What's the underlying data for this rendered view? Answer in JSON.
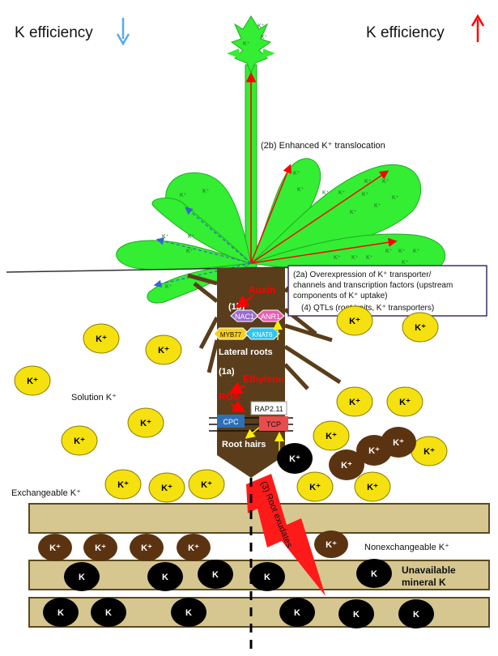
{
  "header": {
    "left_title": "K efficiency",
    "right_title": "K efficiency"
  },
  "labels": {
    "translocation": "(2b) Enhanced K⁺ translocation",
    "solution_k": "Solution K⁺",
    "exchangeable_k": "Exchangeable K⁺",
    "nonexchangeable_k": "Nonexchangeable K⁺",
    "unavailable_k_line1": "Unavailable",
    "unavailable_k_line2": "mineral K",
    "root_exudates": "(3) Root exudates",
    "lateral_roots": "Lateral roots",
    "root_hairs": "Root hairs",
    "label_1b": "(1b)",
    "label_1a": "(1a)",
    "auxin": "Auxin",
    "ethylene": "Ethylene",
    "ros": "ROS"
  },
  "info_box": {
    "line1": "(2a) Overexpression of K⁺ transporter/",
    "line2": "channels and transcription factors (upstream",
    "line3": "components of K⁺ uptake)",
    "line4": "(4) QTLs (root traits, K⁺ transporters)"
  },
  "genes": {
    "nac1": "NAC1",
    "anr1": "ANR1",
    "myb77": "MYB77",
    "knat6": "KNAT6",
    "rap211": "RAP2.11",
    "cpc": "CPC",
    "tcp": "TCP"
  },
  "ions": {
    "k_plus": "K⁺",
    "k": "K"
  },
  "colors": {
    "leaf": "#33ee33",
    "leaf_dark": "#22aa22",
    "root": "#5a3e1b",
    "clay": "#d6c790",
    "clay_stroke": "#5b4a20",
    "solution_k": "#f4e10f",
    "nonexchangeable_k": "#5c3310",
    "unavailable_k": "#000000",
    "red": "#ff0000",
    "blue_arrow": "#55aaee"
  }
}
